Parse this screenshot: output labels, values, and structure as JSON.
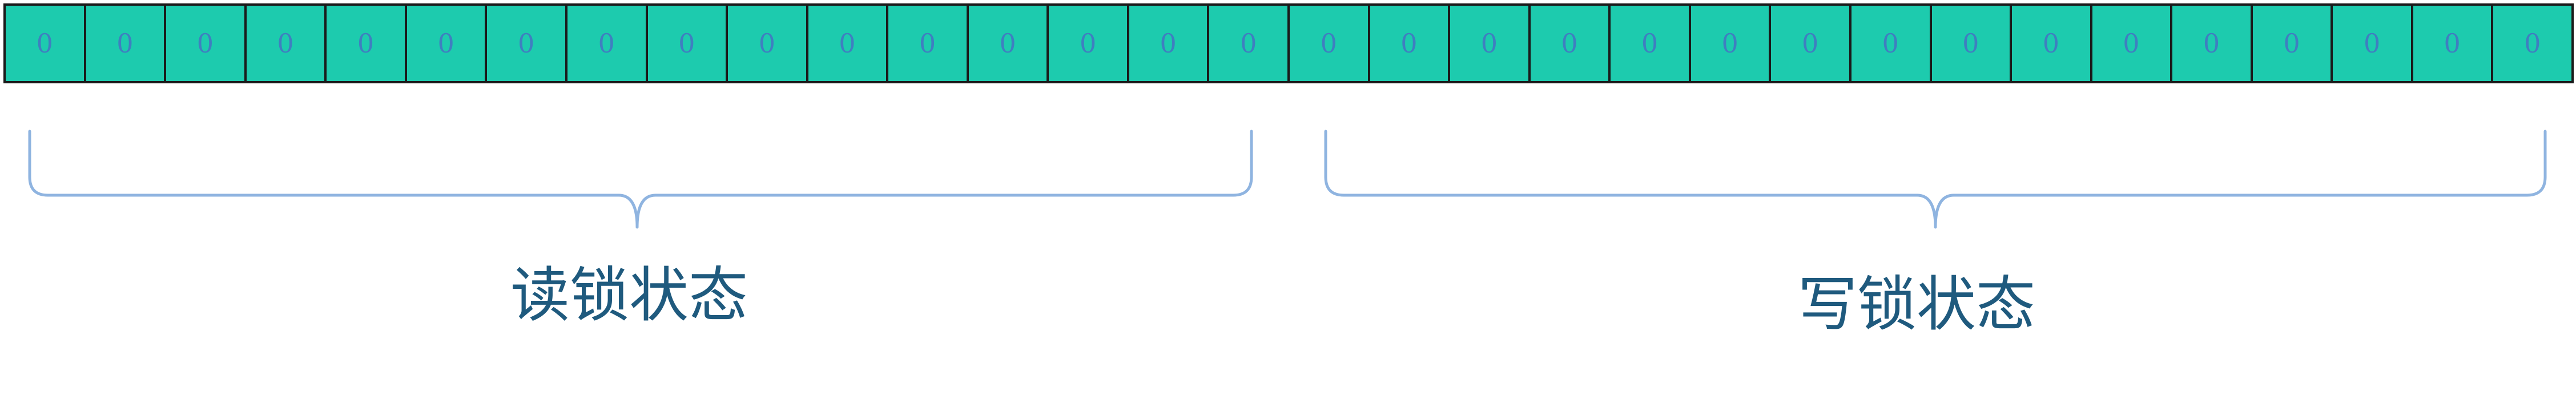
{
  "bits": [
    "0",
    "0",
    "0",
    "0",
    "0",
    "0",
    "0",
    "0",
    "0",
    "0",
    "0",
    "0",
    "0",
    "0",
    "0",
    "0",
    "0",
    "0",
    "0",
    "0",
    "0",
    "0",
    "0",
    "0",
    "0",
    "0",
    "0",
    "0",
    "0",
    "0",
    "0",
    "0"
  ],
  "colors": {
    "cell_fill": "#1dcbae",
    "cell_border": "#1a1a1a",
    "bit_text": "#3f7fc0",
    "brace": "#8fb4e0",
    "label": "#1f5a7e"
  },
  "groups": [
    {
      "label": "读锁状态",
      "first_bit": 0,
      "last_bit": 15
    },
    {
      "label": "写锁状态",
      "first_bit": 16,
      "last_bit": 31
    }
  ]
}
